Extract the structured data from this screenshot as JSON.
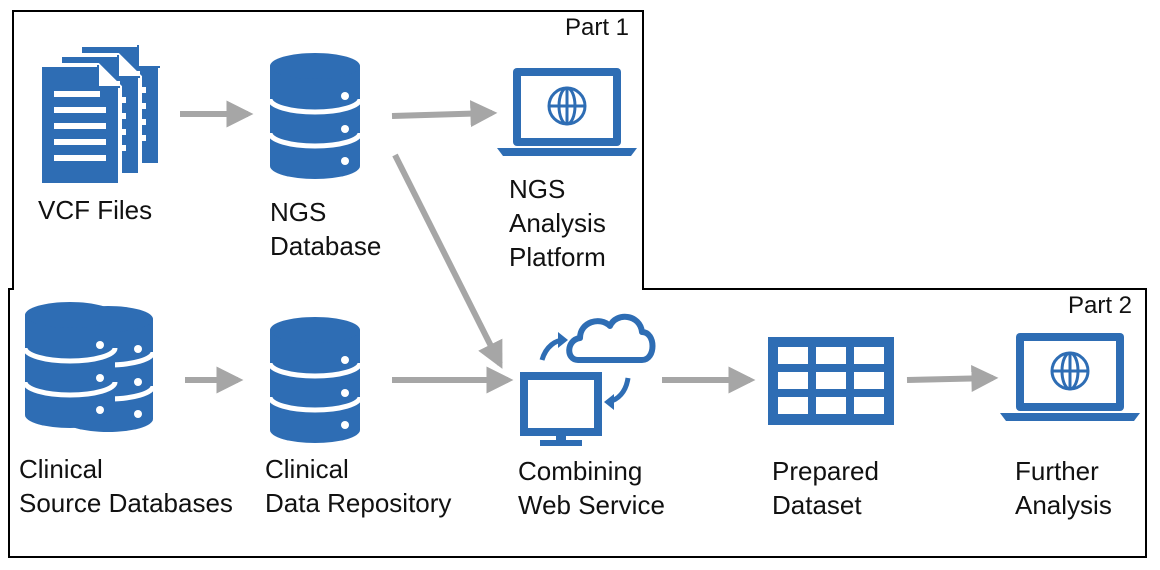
{
  "parts": {
    "part1": "Part 1",
    "part2": "Part 2"
  },
  "nodes": {
    "vcf": {
      "line1": "VCF Files",
      "icon": "documents-icon"
    },
    "ngs_db": {
      "line1": "NGS",
      "line2": "Database",
      "icon": "database-icon"
    },
    "ngs_platform": {
      "line1": "NGS",
      "line2": "Analysis",
      "line3": "Platform",
      "icon": "laptop-globe-icon"
    },
    "clinical_src": {
      "line1": "Clinical",
      "line2": "Source Databases",
      "icon": "multi-database-icon"
    },
    "clinical_repo": {
      "line1": "Clinical",
      "line2": "Data Repository",
      "icon": "database-icon"
    },
    "web_service": {
      "line1": "Combining",
      "line2": "Web Service",
      "icon": "cloud-sync-monitor-icon"
    },
    "dataset": {
      "line1": "Prepared",
      "line2": "Dataset",
      "icon": "table-grid-icon"
    },
    "further": {
      "line1": "Further",
      "line2": "Analysis",
      "icon": "laptop-globe-icon"
    }
  },
  "colors": {
    "icon_blue": "#2E6DB4",
    "arrow_gray": "#A6A6A6",
    "border": "#000000"
  }
}
